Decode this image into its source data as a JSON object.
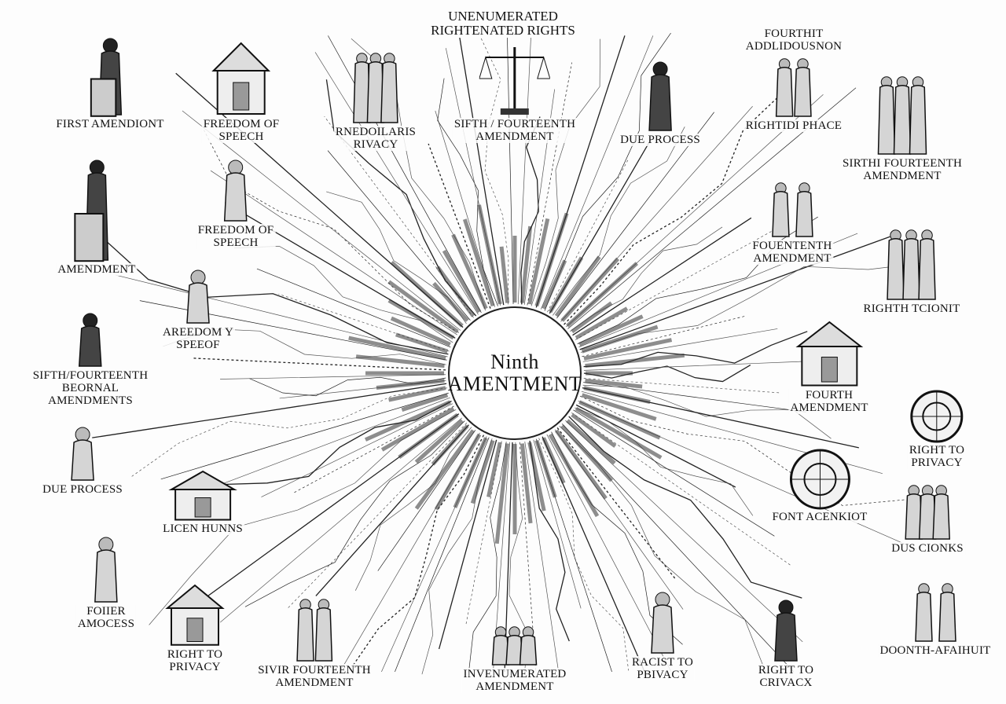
{
  "hub": {
    "line1": "Ninth",
    "line2": "Amentment"
  },
  "title": {
    "line1": "Unenumerated",
    "line2": "Rightenated Rights"
  },
  "nodes": [
    {
      "icon": "podium-speaker-icon",
      "lines": [
        "First Amendiont"
      ]
    },
    {
      "icon": "building-icon",
      "lines": [
        "Freedom of",
        "Speech"
      ]
    },
    {
      "icon": "statue-icon",
      "lines": [
        "Rnedoilaris",
        "Rivacy"
      ]
    },
    {
      "icon": "scales-of-justice-icon",
      "lines": [
        "Sifth / Fourteenth",
        "Amendment"
      ]
    },
    {
      "icon": "figures-icon",
      "lines": [
        "Due Process"
      ]
    },
    {
      "icon": "family-icon",
      "lines": [
        "Fourthit",
        "Addlidousnon"
      ],
      "sub": [
        "Rightidi Phace"
      ]
    },
    {
      "icon": "mother-child-icon",
      "lines": [
        "Sirthi Fourteenth",
        "Amendment"
      ]
    },
    {
      "icon": "robed-figure-icon",
      "lines": [
        "Freedom of",
        "Speech"
      ]
    },
    {
      "icon": "voter-ballot-icon",
      "lines": [
        "Amendment"
      ]
    },
    {
      "icon": "vehicle-icon",
      "lines": [
        "Fouententh",
        "Amendment"
      ]
    },
    {
      "icon": "pole-figure-icon",
      "lines": [
        "Righth Tcionit"
      ]
    },
    {
      "icon": "two-people-icon",
      "lines": [
        "Areedom Y",
        "Speeof"
      ]
    },
    {
      "icon": "walking-people-icon",
      "lines": [
        "Sifth/Fourteenth",
        "Beornal",
        "Amendments"
      ]
    },
    {
      "icon": "building-cloud-icon",
      "lines": [
        "Fourth",
        "Amendment"
      ]
    },
    {
      "icon": "seal-icon",
      "lines": [
        "Right to",
        "Privacy"
      ]
    },
    {
      "icon": "crossed-tools-icon",
      "lines": [
        "Due Process"
      ]
    },
    {
      "icon": "compass-wheel-icon",
      "lines": [
        "Font Acenkiot"
      ]
    },
    {
      "icon": "fence-house-icon",
      "lines": [
        "Licen Hunns"
      ]
    },
    {
      "icon": "group-people-icon",
      "lines": [
        "Dus Cionks"
      ]
    },
    {
      "icon": "woman-portrait-icon",
      "lines": [
        "Foiier",
        "Amocess"
      ]
    },
    {
      "icon": "house-icon",
      "lines": [
        "Right to",
        "Privacy"
      ]
    },
    {
      "icon": "robed-woman-icon",
      "lines": [
        "Sivir Fourteenth",
        "Amendment"
      ]
    },
    {
      "icon": "family-group-icon",
      "lines": [
        "Invenumerated",
        "Amendment"
      ]
    },
    {
      "icon": "laurel-couple-icon",
      "lines": [
        "Racist to",
        "Pbivacy"
      ]
    },
    {
      "icon": "framed-couple-icon",
      "lines": [
        "Right to",
        "Crivacx"
      ]
    },
    {
      "icon": "arch-frame-icon",
      "lines": [
        "Doonth-Afaihuit"
      ]
    }
  ]
}
